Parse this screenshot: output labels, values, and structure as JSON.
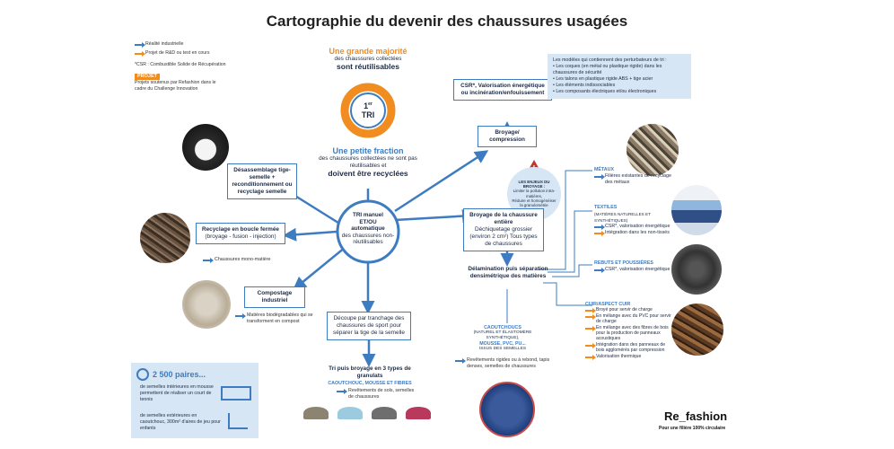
{
  "title": "Cartographie du devenir des chaussures usagées",
  "legend": {
    "industrial": "Réalité industrielle",
    "rnd": "Projet de R&D ou test en cours",
    "csr_note": "*CSR : Combustible Solide de Récupération",
    "projet_tag": "PROJET",
    "projet_desc": "Projets soutenus par Refashion dans le cadre du Challenge Innovation"
  },
  "center_top": {
    "majority_title": "Une grande majorité",
    "majority_sub": "des chaussures collectées",
    "majority_bold": "sont réutilisables",
    "tri_sup": "er",
    "tri_num": "1",
    "tri_label": "TRI",
    "fraction_title": "Une petite fraction",
    "fraction_sub": "des chaussures collectées ne sont pas réutilisables et",
    "fraction_bold": "doivent être recyclées"
  },
  "center_hub": {
    "line1": "TRI manuel",
    "line2": "ET/OU",
    "line3": "automatique",
    "line4": "des chaussures non-réutilisables"
  },
  "left": {
    "desassemblage": "Désassemblage tige-semelle + reconditionnement ou recyclage semelle",
    "recyclage_title": "Recyclage en boucle fermée",
    "recyclage_sub": "(broyage - fusion - injection)",
    "recyclage_note": "Chaussures mono-matière",
    "compostage": "Compostage industriel",
    "compostage_note": "Matières biodégradables qui se transforment en compost"
  },
  "bottom_center": {
    "decoupe": "Découpe par tranchage des chaussures de sport pour séparer la tige de la semelle",
    "tri_puis": "Tri puis broyage en 3 types de granulats",
    "granulats": "CAOUTCHOUC, MOUSSE ET FIBRES",
    "revetements": "Revêtements de sols, semelles de chaussures"
  },
  "stats": {
    "number": "2 500 paires...",
    "line1": "de semelles intérieures en mousse permettent de réaliser un court de tennis",
    "line2": "de semelles extérieures en caoutchouc, 300m² d'aires de jeu pour enfants"
  },
  "right": {
    "csr_title": "CSR*, Valorisation énergétique ou incinération/enfouissement",
    "broyage_compression": "Broyage/ compression",
    "perturbateurs_title": "Les modèles qui contiennent des perturbateurs de tri :",
    "perturbateurs": [
      "Les coques (en métal ou plastique rigide) dans les chaussures de sécurité",
      "Les talons en plastique rigide ABS + tige acier",
      "Les éléments indissociables",
      "Les composants électriques et/ou électroniques"
    ],
    "enjeux_title": "LES ENJEUX DU BROYAGE :",
    "enjeux_1": "Limiter la pollution intra-matières,",
    "enjeux_2": "Réduire et homogénéiser la granulométrie",
    "broyage_title": "Broyage de la chaussure entière",
    "broyage_sub": "Déchiquetage grossier (environ 2 cm²) Tous types de chaussures",
    "delamination": "Délamination puis séparation densimétrique des matières",
    "caoutchoucs_title": "CAOUTCHOUCS",
    "caoutchoucs_sub": "(NATUREL ET ÉLASTOMÈRE SYNTHÉTIQUE),",
    "mousse_title": "MOUSSE, PVC, PU...",
    "mousse_sub": "ISSUS DES SEMELLES",
    "caoutchoucs_note": "Revêtements rigides ou à rebond, tapis denses, semelles de chaussures"
  },
  "materials": {
    "metaux_title": "MÉTAUX",
    "metaux_items": [
      "Filières existantes de recyclage des métaux"
    ],
    "textiles_title": "TEXTILES",
    "textiles_sub": "(MATIÈRES NATURELLES ET SYNTHÉTIQUES)",
    "textiles_items": [
      "CSR*, valorisation énergétique",
      "Intégration dans les non-tissés"
    ],
    "rebuts_title": "REBUTS ET POUSSIÈRES",
    "rebuts_items": [
      "CSR*, valorisation énergétique"
    ],
    "cuir_title": "CUIR/ASPECT CUIR",
    "cuir_items": [
      "Broyé pour servir de charge",
      "En mélange avec du PVC pour servir de charge",
      "En mélange avec des fibres de bois pour la production de panneaux acoustiques",
      "Intégration dans des panneaux de bois agglomérés par compression",
      "Valorisation thermique"
    ]
  },
  "brand": {
    "logo": "Re_fashion",
    "tagline": "Pour une filière 100% circulaire"
  },
  "colors": {
    "blue": "#3d7cc0",
    "orange": "#f08c20",
    "navy": "#1d2a44",
    "light_blue": "#d7e6f4"
  }
}
